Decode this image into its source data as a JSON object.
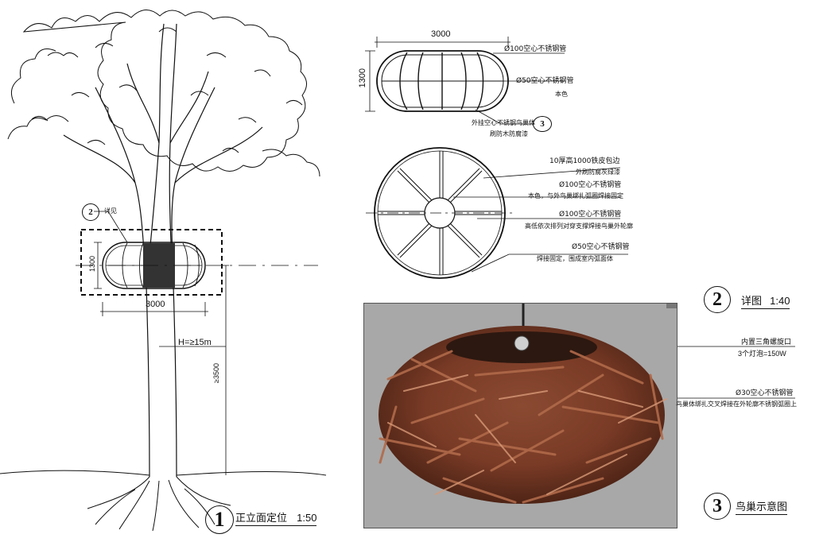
{
  "elevation": {
    "callout_no": "2",
    "callout_label": "详见",
    "dim_width": "3000",
    "dim_height": "1300",
    "dim_tree_height": "H=≥15m",
    "dim_mount_height": "≥3500",
    "title_no": "1",
    "title_text": "正立面定位",
    "title_scale": "1:50"
  },
  "detail": {
    "dim_width": "3000",
    "dim_height": "1300",
    "side_labels": [
      "Ø100空心不锈钢管",
      "Ø50空心不锈钢管",
      "本色",
      "外挂空心不锈钢鸟巢体",
      "刷防木防腐漆"
    ],
    "side_callout_no": "3",
    "plan_labels": [
      "10厚高1000铁皮包边",
      "外刷防腐灰绿漆",
      "Ø100空心不锈钢管",
      "本色，与外鸟巢绑扎弧圈焊接固定",
      "Ø100空心不锈钢管",
      "高低依次排列对穿支撑焊接鸟巢外轮廓",
      "Ø50空心不锈钢管",
      "焊接固定，围成室内弧面体"
    ],
    "title_no": "2",
    "title_text": "详图",
    "title_scale": "1:40"
  },
  "nest": {
    "labels": [
      "内置三角螺旋口",
      "3个灯泡=150W",
      "Ø30空心不锈钢管",
      "鸟巢体绑扎交叉焊接在外轮廓不锈钢弧圈上"
    ],
    "title_no": "3",
    "title_text": "鸟巢示意图"
  }
}
